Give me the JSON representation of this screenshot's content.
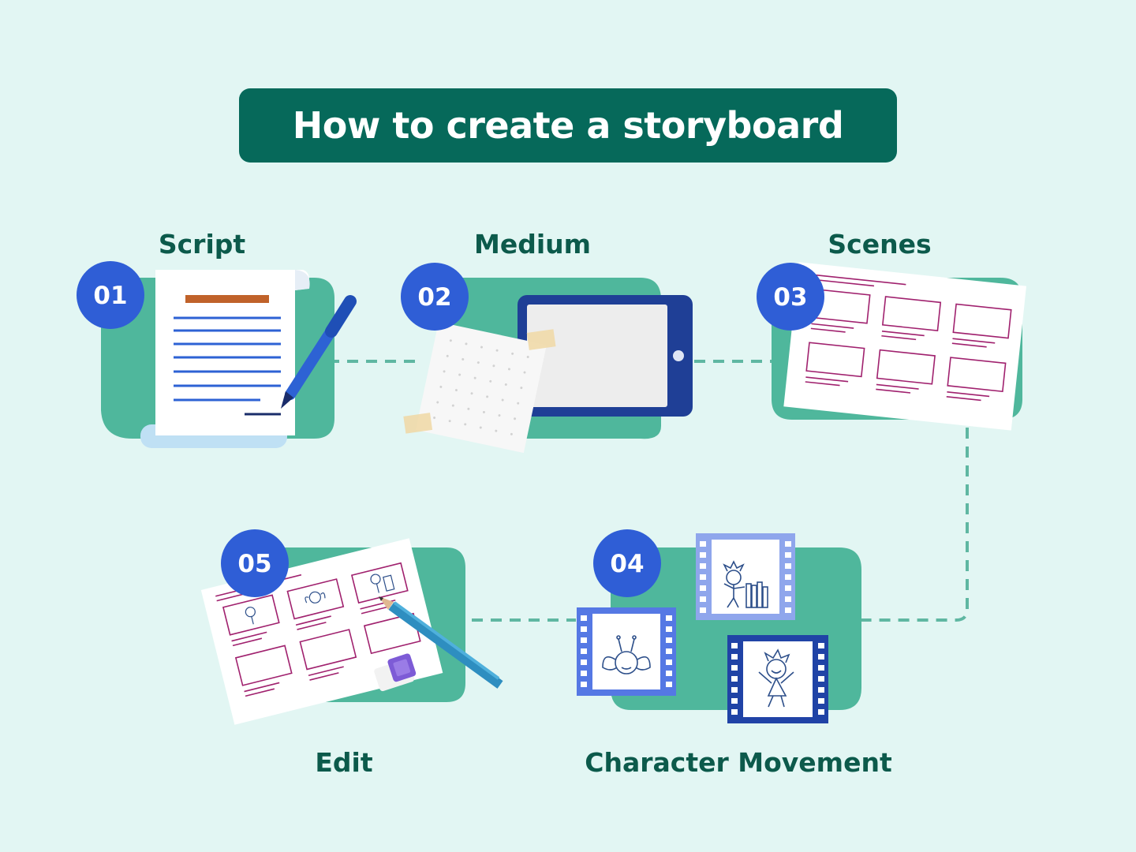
{
  "title": "How to create a storyboard",
  "colors": {
    "background": "#e2f6f3",
    "banner": "#06695a",
    "label_text": "#0c5a4b",
    "blob": "#4fb79c",
    "badge": "#2f5ed6",
    "connector": "#5fb7a2"
  },
  "steps": [
    {
      "number": "01",
      "label": "Script",
      "icon": "script-scroll-with-pen-icon"
    },
    {
      "number": "02",
      "label": "Medium",
      "icon": "tablet-and-paper-icon"
    },
    {
      "number": "03",
      "label": "Scenes",
      "icon": "scene-sheet-icon"
    },
    {
      "number": "04",
      "label": "Character Movement",
      "icon": "film-frames-icon"
    },
    {
      "number": "05",
      "label": "Edit",
      "icon": "storyboard-pencil-eraser-icon"
    }
  ]
}
